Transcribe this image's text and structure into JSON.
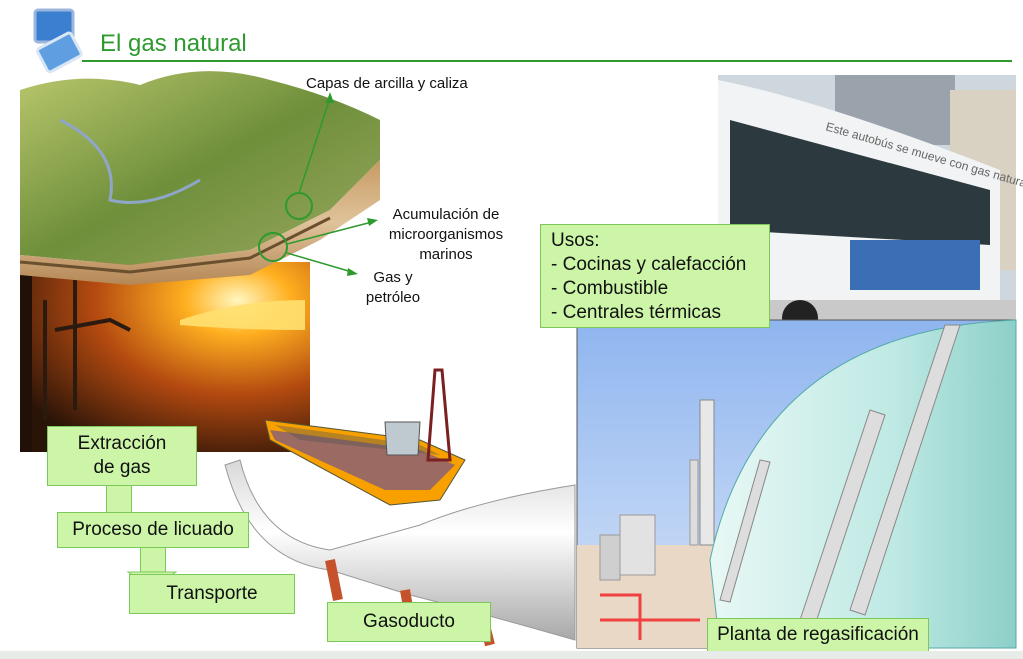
{
  "header": {
    "title": "El gas natural"
  },
  "annotations": {
    "clay_layers": "Capas de arcilla y caliza",
    "accumulation": [
      "Acumulación de",
      "microorganismos",
      "marinos"
    ],
    "gas_oil": [
      "Gas y",
      "petróleo"
    ]
  },
  "steps": {
    "extraction": [
      "Extracción",
      "de gas"
    ],
    "liquefaction": "Proceso de licuado",
    "transport": "Transporte",
    "pipeline": "Gasoducto",
    "regasification": "Planta de regasificación"
  },
  "uses": {
    "heading": "Usos:",
    "items": [
      "- Cocinas y calefacción",
      "- Combustible",
      "- Centrales térmicas"
    ]
  },
  "bus": {
    "side_text": "Este autobús se mueve con gas natural"
  },
  "colors": {
    "accent": "#2e9a2e",
    "box_fill": "#ccf5a8",
    "box_border": "#7cc85a"
  }
}
